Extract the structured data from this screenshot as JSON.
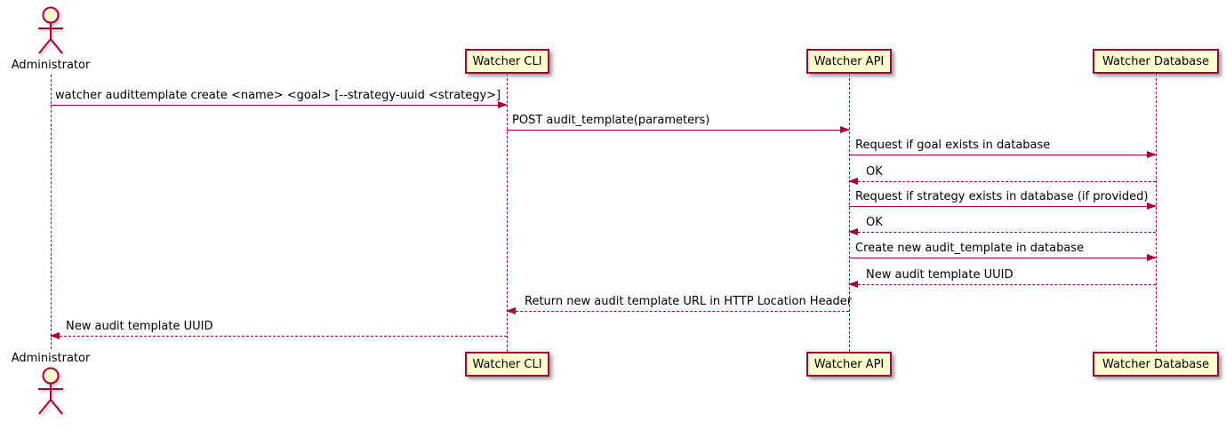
{
  "diagram": {
    "type": "sequence-diagram",
    "colors": {
      "border": "#A80036",
      "participant_fill": "#FEFECE",
      "arrow": "#A80036",
      "text": "#000000",
      "background": "#FFFFFF"
    },
    "participants": [
      {
        "name": "Administrator",
        "type": "actor"
      },
      {
        "name": "Watcher CLI",
        "type": "participant"
      },
      {
        "name": "Watcher API",
        "type": "participant"
      },
      {
        "name": "Watcher Database",
        "type": "participant"
      }
    ],
    "messages": [
      {
        "from": "Administrator",
        "to": "Watcher CLI",
        "style": "solid",
        "label": "watcher audittemplate create <name> <goal> [--strategy-uuid <strategy>]"
      },
      {
        "from": "Watcher CLI",
        "to": "Watcher API",
        "style": "solid",
        "label": "POST audit_template(parameters)"
      },
      {
        "from": "Watcher API",
        "to": "Watcher Database",
        "style": "solid",
        "label": "Request if goal exists in database"
      },
      {
        "from": "Watcher Database",
        "to": "Watcher API",
        "style": "dashed",
        "label": "OK"
      },
      {
        "from": "Watcher API",
        "to": "Watcher Database",
        "style": "solid",
        "label": "Request if strategy exists in database (if provided)"
      },
      {
        "from": "Watcher Database",
        "to": "Watcher API",
        "style": "dashed",
        "label": "OK"
      },
      {
        "from": "Watcher API",
        "to": "Watcher Database",
        "style": "solid",
        "label": "Create new audit_template in database"
      },
      {
        "from": "Watcher Database",
        "to": "Watcher API",
        "style": "dashed",
        "label": "New audit template UUID"
      },
      {
        "from": "Watcher API",
        "to": "Watcher CLI",
        "style": "dashed",
        "label": "Return new audit template URL in HTTP Location Header"
      },
      {
        "from": "Watcher CLI",
        "to": "Administrator",
        "style": "dashed",
        "label": "New audit template UUID"
      }
    ]
  }
}
